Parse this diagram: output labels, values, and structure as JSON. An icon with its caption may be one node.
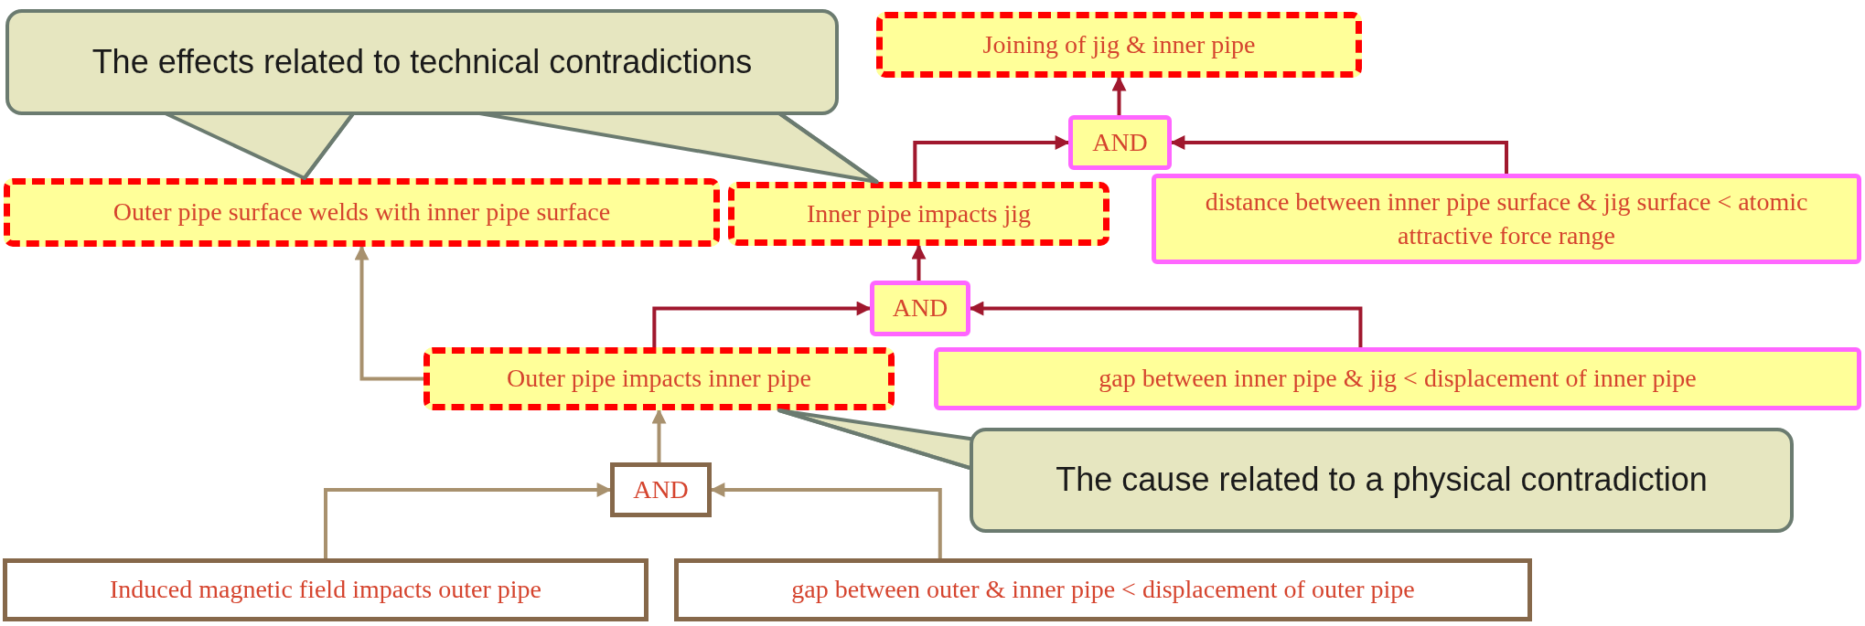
{
  "diagram": {
    "nodes": [
      {
        "text": [
          "The effects related to technical contradictions"
        ]
      },
      {
        "text": [
          "Joining of jig & inner pipe"
        ]
      },
      {
        "text": [
          "AND"
        ]
      },
      {
        "text": [
          "Outer pipe surface welds with inner pipe surface"
        ]
      },
      {
        "text": [
          "Inner pipe impacts jig"
        ]
      },
      {
        "text": [
          "distance between inner pipe surface & jig surface <  atomic attractive force range"
        ]
      },
      {
        "text": [
          "AND"
        ]
      },
      {
        "text": [
          "Outer pipe impacts inner pipe"
        ]
      },
      {
        "text": [
          "gap between inner pipe & jig < displacement of inner pipe"
        ]
      },
      {
        "text": [
          "The cause related to a physical contradiction"
        ]
      },
      {
        "text": [
          "AND"
        ]
      },
      {
        "text": [
          "Induced magnetic field impacts outer pipe"
        ]
      },
      {
        "text": [
          "gap between outer & inner pipe < displacement of outer pipe"
        ]
      }
    ],
    "edges": [
      {
        "from": 2,
        "to": 1,
        "arrow": "to"
      },
      {
        "from": 4,
        "to": 2,
        "arrow": "to"
      },
      {
        "from": 5,
        "to": 2,
        "arrow": "to"
      },
      {
        "from": 6,
        "to": 4,
        "arrow": "to"
      },
      {
        "from": 7,
        "to": 6,
        "arrow": "to"
      },
      {
        "from": 8,
        "to": 6,
        "arrow": "to"
      },
      {
        "from": 7,
        "to": 3,
        "arrow": "to",
        "color": "#a8916e"
      },
      {
        "from": 10,
        "to": 7,
        "arrow": "to",
        "color": "#a8916e"
      },
      {
        "from": 11,
        "to": 10,
        "arrow": "to",
        "color": "#a8916e"
      },
      {
        "from": 12,
        "to": 10,
        "arrow": "to",
        "color": "#a8916e"
      },
      {
        "from": 0,
        "to": 3,
        "arrow": "none",
        "color": "#6b7b70"
      },
      {
        "from": 0,
        "to": 4,
        "arrow": "none",
        "color": "#6b7b70"
      },
      {
        "from": 9,
        "to": 7,
        "arrow": "none",
        "color": "#6b7b70"
      }
    ]
  }
}
